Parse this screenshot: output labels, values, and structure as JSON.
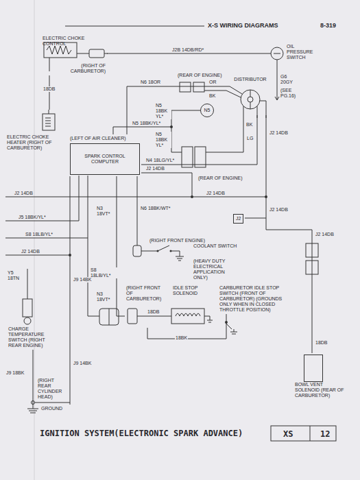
{
  "diagram": {
    "title": "X-S WIRING DIAGRAMS",
    "caption": "IGNITION SYSTEM(ELECTRONIC SPARK ADVANCE)",
    "nodes": [
      {
        "text": [
          "ELECTRIC CHOKE CONTROL",
          "(RIGHT OF CARBURETOR)"
        ]
      },
      {
        "text": [
          "OIL PRESSURE SWITCH"
        ]
      },
      {
        "text": [
          "DISTRIBUTOR"
        ]
      },
      {
        "text": [
          "N5"
        ]
      },
      {
        "text": [
          "(LEFT OF AIR CLEANER)",
          "SPARK CONTROL COMPUTER"
        ]
      },
      {
        "text": [
          "ELECTRIC CHOKE HEATER (RIGHT OF CARBURETOR)"
        ]
      },
      {
        "text": [
          "J2"
        ]
      },
      {
        "text": [
          "(RIGHT FRONT ENGINE)",
          "COOLANT SWITCH",
          "(HEAVY DUTY ELECTRICAL APPLICATION ONLY)"
        ]
      },
      {
        "text": [
          "(RIGHT FRONT OF CARBURETOR)",
          "IDLE STOP SOLENOID"
        ]
      },
      {
        "text": [
          "CARBURETOR IDLE STOP SWITCH (FRONT OF CARBURETOR) (GROUNDS ONLY WHEN IN CLOSED THROTTLE POSITION)"
        ]
      },
      {
        "text": [
          "CHARGE TEMPERATURE SWITCH (RIGHT REAR ENGINE)"
        ]
      },
      {
        "text": [
          "GROUND"
        ]
      },
      {
        "text": [
          "BOWL VENT SOLENOID (REAR OF CARBURETOR)"
        ]
      }
    ],
    "edges": [
      {
        "from": 0,
        "to": 1,
        "arrow": "none",
        "label": "J2B 14DB/RD*"
      },
      {
        "from": 0,
        "to": 5,
        "arrow": "none",
        "label": "18DB"
      },
      {
        "from": 4,
        "to": 2,
        "arrow": "none",
        "label": "N6 18OR"
      },
      {
        "from": 4,
        "to": 3,
        "arrow": "none",
        "label": "N5 18BK/YL*"
      },
      {
        "from": 4,
        "to": 2,
        "arrow": "none",
        "label": "N4 18LG/YL*"
      },
      {
        "from": 2,
        "to": 12,
        "arrow": "none",
        "label": "J2 14DB"
      },
      {
        "from": 4,
        "to": 7,
        "arrow": "none",
        "label": "N6 18BK/WT*"
      },
      {
        "from": 4,
        "to": 8,
        "arrow": "none",
        "label": "N3 18VT*"
      },
      {
        "from": 8,
        "to": 9,
        "arrow": "none",
        "label": "18BK"
      },
      {
        "from": 10,
        "to": 11,
        "arrow": "none",
        "label": "J9 18BK"
      },
      {
        "from": 4,
        "to": 11,
        "arrow": "none",
        "label": "J9 14BK"
      }
    ],
    "labels": [
      "8-319",
      "G6 20GY",
      "(SEE PG.16)",
      "(REAR OF ENGINE)",
      "OR",
      "BK",
      "N5 18BK YL*",
      "N5 18BK YL*",
      "BK",
      "LG",
      "(REAR OF ENGINE)",
      "J2 14DB",
      "J2 14DB",
      "J2 14DB",
      "J2 14DB",
      "J2 14DB",
      "J5 18BK/YL*",
      "S8 18LB/YL*",
      "J2 14DB",
      "N3 18VT*",
      "S8 18LB/YL*",
      "J9 14BK",
      "Y5 18TN",
      "18DB",
      "(RIGHT REAR CYLINDER HEAD)",
      "18DB",
      "XS",
      "12"
    ]
  }
}
